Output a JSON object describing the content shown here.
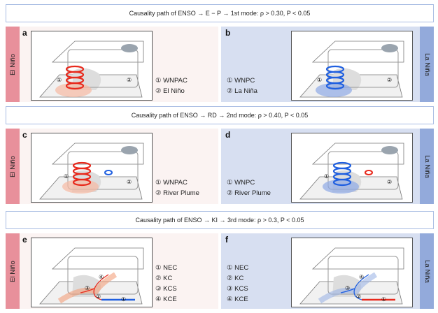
{
  "rows": [
    {
      "header": "Causality path of ENSO → E − P → 1st mode: ρ > 0.30, P < 0.05",
      "left": {
        "letter": "a",
        "side": "El Niño",
        "legend": [
          "① WNPAC",
          "② El Niño"
        ],
        "kind": "spiral"
      },
      "right": {
        "letter": "b",
        "side": "La Niña",
        "legend": [
          "① WNPC",
          "② La Niña"
        ],
        "kind": "spiral"
      }
    },
    {
      "header": "Causality path of ENSO → RD → 2nd mode: ρ > 0.40, P < 0.05",
      "left": {
        "letter": "c",
        "side": "El Niño",
        "legend": [
          "① WNPAC",
          "② River Plume"
        ],
        "kind": "plume"
      },
      "right": {
        "letter": "d",
        "side": "La Niña",
        "legend": [
          "① WNPC",
          "② River Plume"
        ],
        "kind": "plume"
      }
    },
    {
      "header": "Causality path of ENSO → KI → 3rd mode: ρ > 0.3, P < 0.05",
      "left": {
        "letter": "e",
        "side": "El Niño",
        "legend": [
          "① NEC",
          "② KC",
          "③ KCS",
          "④ KCE"
        ],
        "kind": "current"
      },
      "right": {
        "letter": "f",
        "side": "La Niña",
        "legend": [
          "① NEC",
          "② KC",
          "③ KCS",
          "④ KCE"
        ],
        "kind": "current"
      }
    }
  ],
  "colors": {
    "elnino_strip": "#e8909b",
    "elnino_bg": "#fbf3f2",
    "lanina_strip": "#93aadb",
    "lanina_bg": "#d7dff1",
    "warm": "#e8291c",
    "cool": "#1f5fe0"
  }
}
